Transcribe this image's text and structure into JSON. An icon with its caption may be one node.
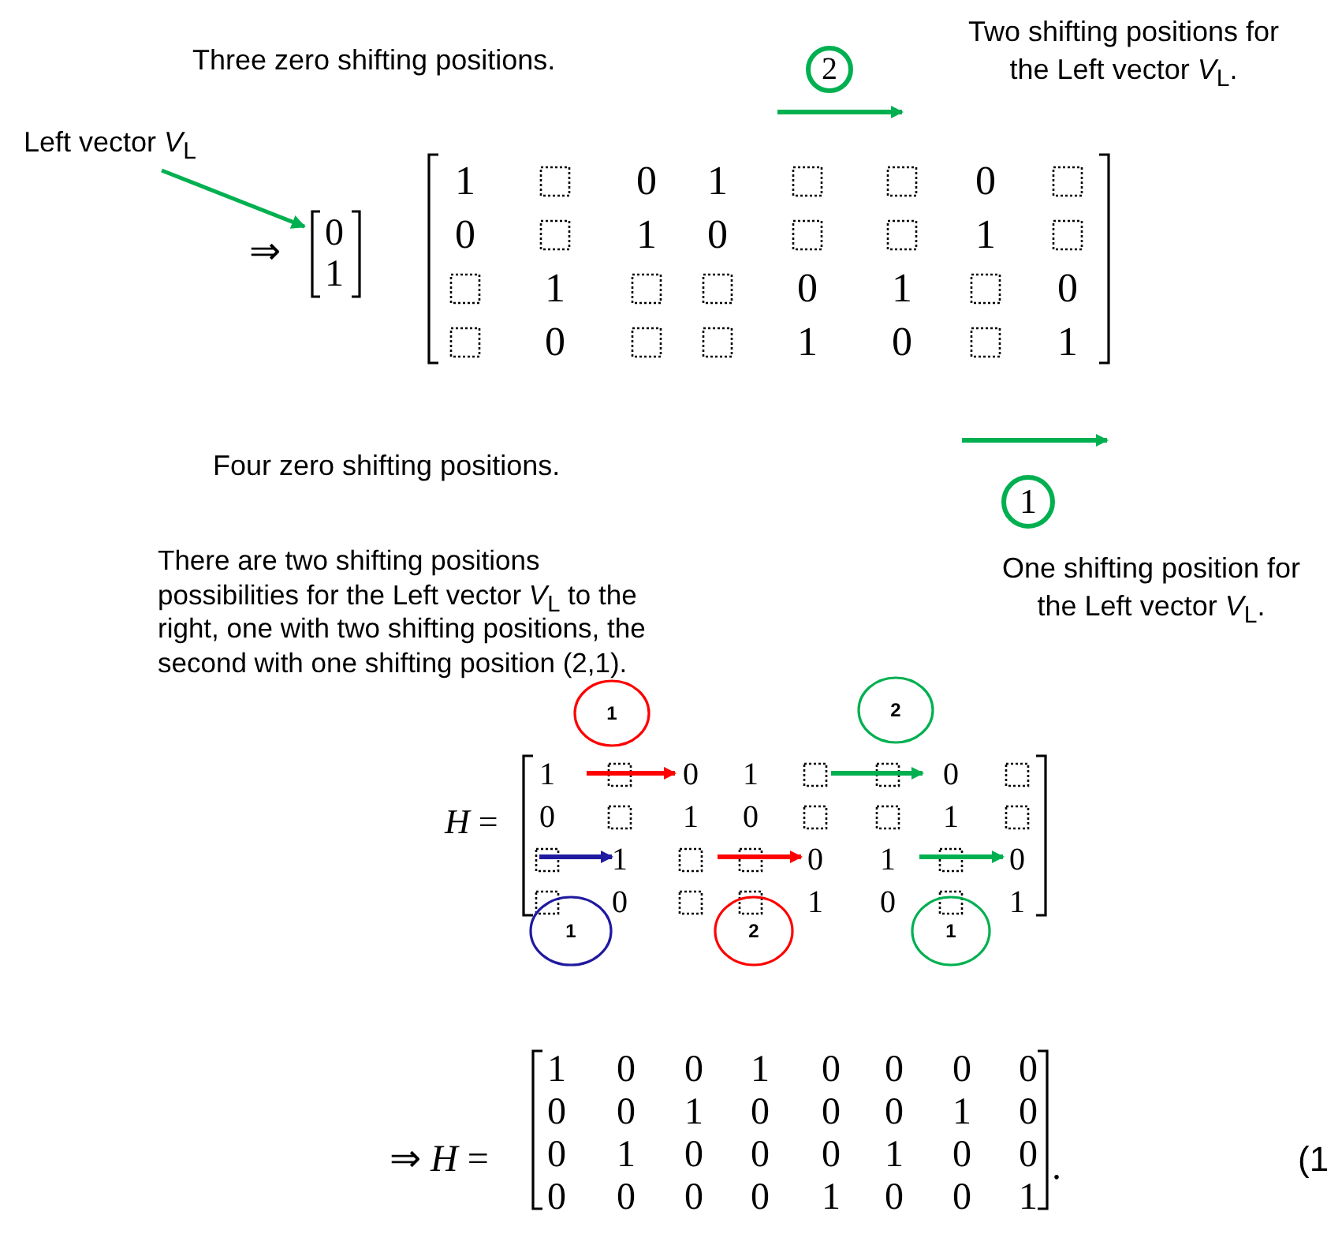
{
  "diagram": {
    "nodes": [
      {
        "text": [
          "Left vector *V*$_{L}$"
        ]
      },
      {
        "text": [
          "0",
          "1"
        ]
      },
      {
        "text": [
          "2"
        ]
      },
      {
        "text": [
          "1"
        ]
      },
      {
        "text": [
          "1"
        ]
      },
      {
        "text": [
          "2"
        ]
      },
      {
        "text": [
          "1"
        ]
      },
      {
        "text": [
          "2"
        ]
      },
      {
        "text": [
          "1"
        ]
      }
    ],
    "edges": [
      {
        "from": 0,
        "to": 1,
        "arrow": "to",
        "color": "#00b050"
      }
    ],
    "labels": [
      "Three zero shifting positions.",
      "Two shifting positions for the Left vector *V*$_{L}$.",
      "⇒",
      "1",
      "0",
      "1",
      "0",
      "0",
      "1",
      "0",
      "1",
      "1",
      "0",
      "1",
      "0",
      "0",
      "1",
      "0",
      "1",
      "Four zero shifting positions.",
      "One shifting position for the Left vector *V*$_{L}$.",
      "There are two shifting positions possibilities for the Left vector *V*$_{L}$ to the right, one with two shifting positions, the second with one shifting position (2,1).",
      "*H* =",
      "1",
      "0",
      "1",
      "0",
      "0",
      "1",
      "0",
      "1",
      "1",
      "0",
      "1",
      "0",
      "0",
      "1",
      "0",
      "1",
      "⇒ *H* =",
      "1",
      "0",
      "0",
      "1",
      "0",
      "0",
      "0",
      "0",
      "0",
      "0",
      "1",
      "0",
      "0",
      "0",
      "1",
      "0",
      "0",
      "1",
      "0",
      "0",
      "0",
      "1",
      "0",
      "0",
      "0",
      "0",
      "0",
      "0",
      "1",
      "0",
      "0",
      "1",
      ".",
      "(1"
    ]
  }
}
